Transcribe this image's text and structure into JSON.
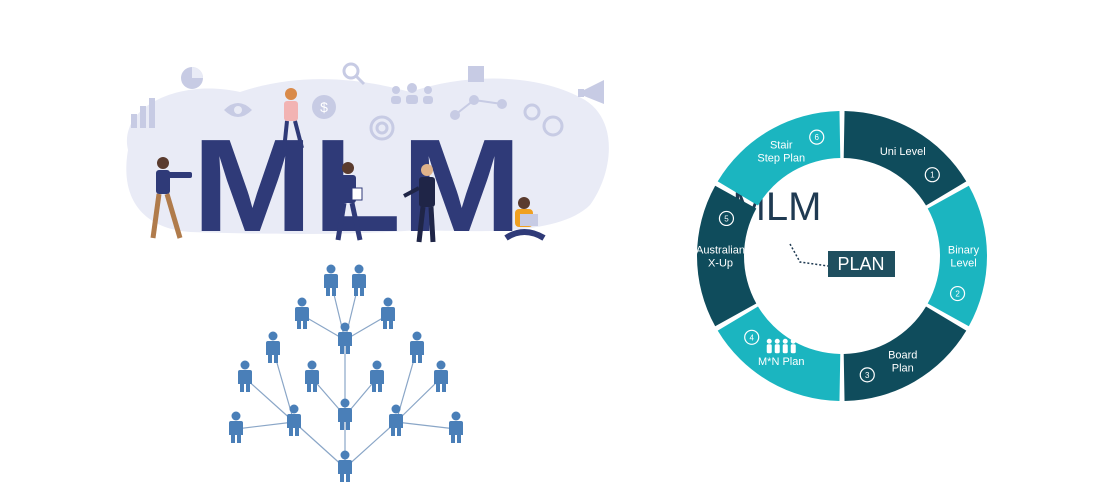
{
  "left_banner": {
    "title": "MLM"
  },
  "plan_wheel": {
    "title": "MLM",
    "plan_label": "PLAN",
    "segments": [
      {
        "number": "1",
        "lines": [
          "Uni Level"
        ],
        "color": "#0f4c5c"
      },
      {
        "number": "2",
        "lines": [
          "Binary",
          "Level"
        ],
        "color": "#1bb5c0"
      },
      {
        "number": "3",
        "lines": [
          "Board",
          "Plan"
        ],
        "color": "#0f4c5c"
      },
      {
        "number": "4",
        "lines": [
          "M*N Plan"
        ],
        "color": "#1bb5c0"
      },
      {
        "number": "5",
        "lines": [
          "Australian",
          "X-Up"
        ],
        "color": "#0f4c5c"
      },
      {
        "number": "6",
        "lines": [
          "Stair",
          "Step Plan"
        ],
        "color": "#1bb5c0"
      }
    ]
  },
  "colors": {
    "navy": "#2f3a78",
    "blob": "#e9ebf6",
    "icon": "#c7cbe4",
    "person": "#4a7fb8",
    "line": "#8aa6c7",
    "dark_teal": "#0f4c5c",
    "light_teal": "#1bb5c0"
  }
}
